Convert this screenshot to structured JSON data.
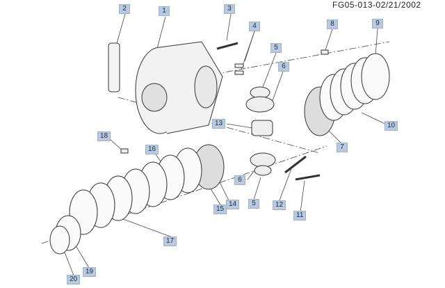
{
  "reference_code": "FG05-013-02/21/2002",
  "callouts": [
    "1",
    "2",
    "3",
    "4",
    "5",
    "6",
    "7",
    "8",
    "9",
    "10",
    "11",
    "12",
    "13",
    "14",
    "15",
    "16",
    "17",
    "18",
    "19",
    "20",
    "5",
    "6"
  ],
  "colors": {
    "callout_fill": "#b9c9de",
    "line": "#333333"
  }
}
